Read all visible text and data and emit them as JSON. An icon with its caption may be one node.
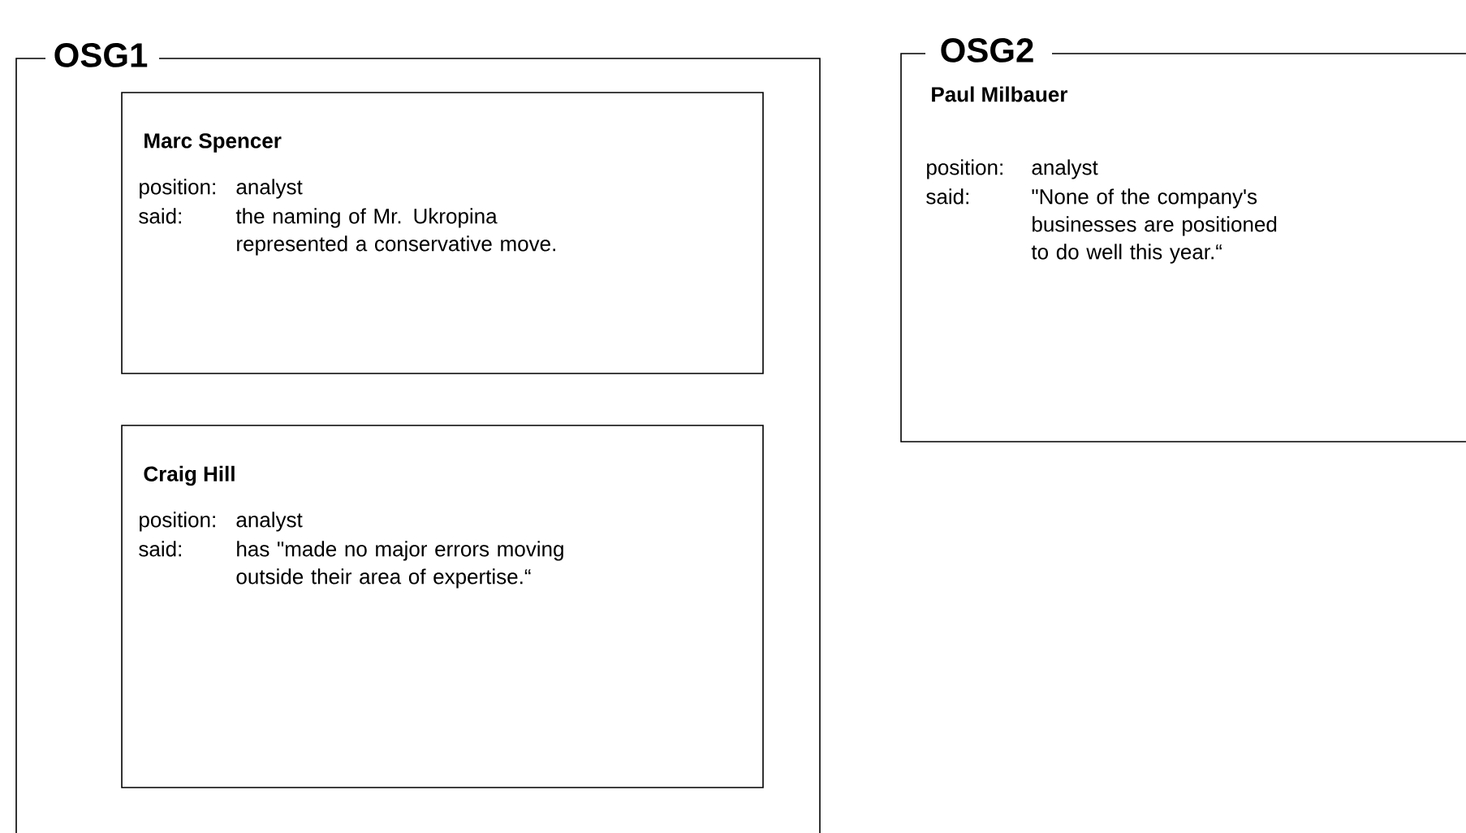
{
  "diagram": {
    "nodes": [
      {
        "text": [
          "OSG1"
        ]
      },
      {
        "text": [
          "Marc Spencer",
          "position:",
          "analyst",
          "said:",
          "the naming of Mr. Ukropina represented a conservative move."
        ],
        "in": 0
      },
      {
        "text": [
          "Craig Hill",
          "position:",
          "analyst",
          "said:",
          "has \"made no major errors moving outside their area of expertise.“"
        ],
        "in": 0
      },
      {
        "text": [
          "OSG2",
          "Paul Milbauer",
          "position:",
          "analyst",
          "said:",
          "\"None of the company's businesses are positioned to do well this year.“"
        ]
      }
    ],
    "edges": []
  }
}
